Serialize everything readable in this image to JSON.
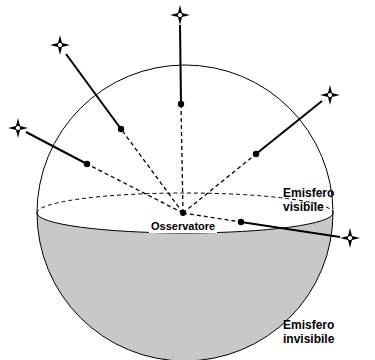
{
  "diagram": {
    "labels": [
      "Osservatore",
      "Emisfero visibile",
      "Emisfero invisibile"
    ]
  }
}
